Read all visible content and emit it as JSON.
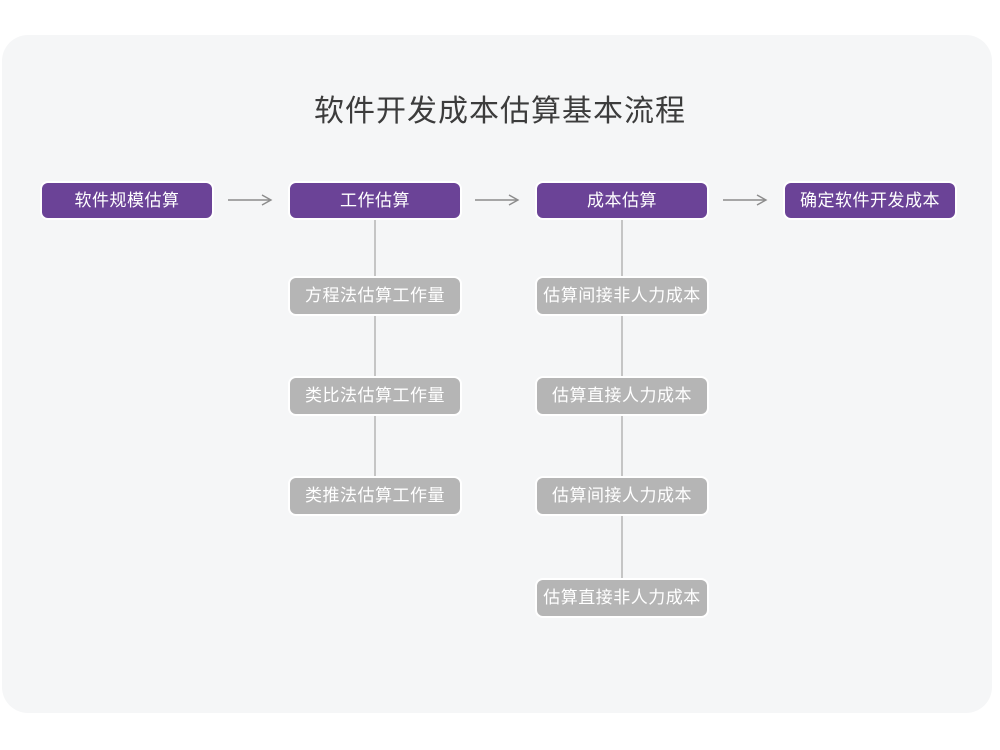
{
  "title": "软件开发成本估算基本流程",
  "colors": {
    "page_bg": "#ffffff",
    "panel_bg": "#f5f6f7",
    "stage_fill": "#6b4397",
    "stage_text": "#ffffff",
    "substep_fill": "#b5b5b5",
    "substep_text": "#ffffff",
    "connector": "#c5c5c5",
    "arrow": "#8c8c8c",
    "title_color": "#3c3c3c",
    "box_outline": "#ffffff"
  },
  "flow": {
    "stages": [
      "软件规模估算",
      "工作估算",
      "成本估算",
      "确定软件开发成本"
    ],
    "work_estimation_methods": [
      "方程法估算工作量",
      "类比法估算工作量",
      "类推法估算工作量"
    ],
    "cost_estimation_steps": [
      "估算间接非人力成本",
      "估算直接人力成本",
      "估算间接人力成本",
      "估算直接非人力成本"
    ]
  }
}
